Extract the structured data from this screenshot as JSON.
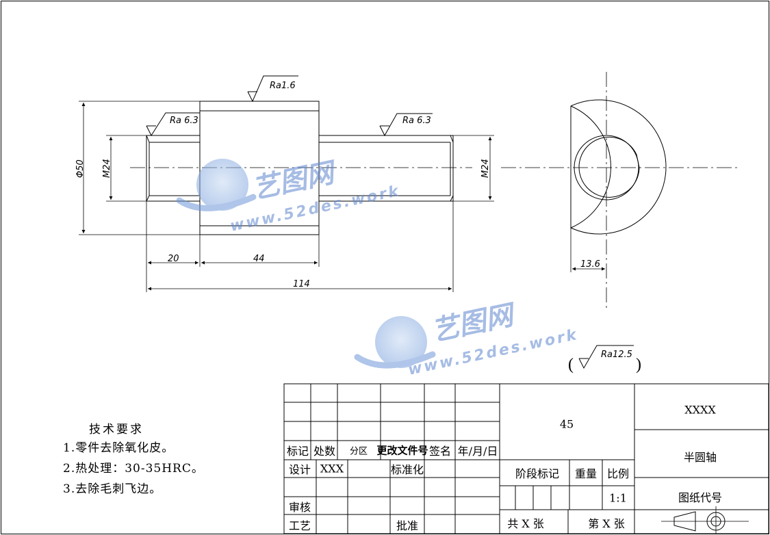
{
  "dimensions": {
    "dia50": "Φ50",
    "m24_left": "M24",
    "m24_right": "M24",
    "len20": "20",
    "len44": "44",
    "len114": "114",
    "width136": "13.6"
  },
  "roughness": {
    "center_top": "Ra1.6",
    "left": "Ra 6.3",
    "right": "Ra 6.3",
    "general": "Ra12.5"
  },
  "watermark": {
    "brand": "艺图网",
    "url": "www.52des.work"
  },
  "tech_requirements": {
    "title": "技术要求",
    "items": [
      "1.零件去除氧化皮。",
      "2.热处理：30-35HRC。",
      "3.去除毛刺飞边。"
    ]
  },
  "title_block": {
    "material": "45",
    "company": "XXXX",
    "part_name": "半圆轴",
    "drawing_no_label": "图纸代号",
    "mark": "标记",
    "count": "处数",
    "zone": "分区",
    "change_doc": "更改文件号",
    "signature": "签名",
    "date": "年/月/日",
    "design": "设计",
    "designer": "XXX",
    "standardize": "标准化",
    "review": "审核",
    "process": "工艺",
    "approve": "批准",
    "stage_mark": "阶段标记",
    "weight": "重量",
    "scale_label": "比例",
    "scale": "1:1",
    "sheets_total": "共 X 张",
    "sheet_no": "第 X 张"
  }
}
